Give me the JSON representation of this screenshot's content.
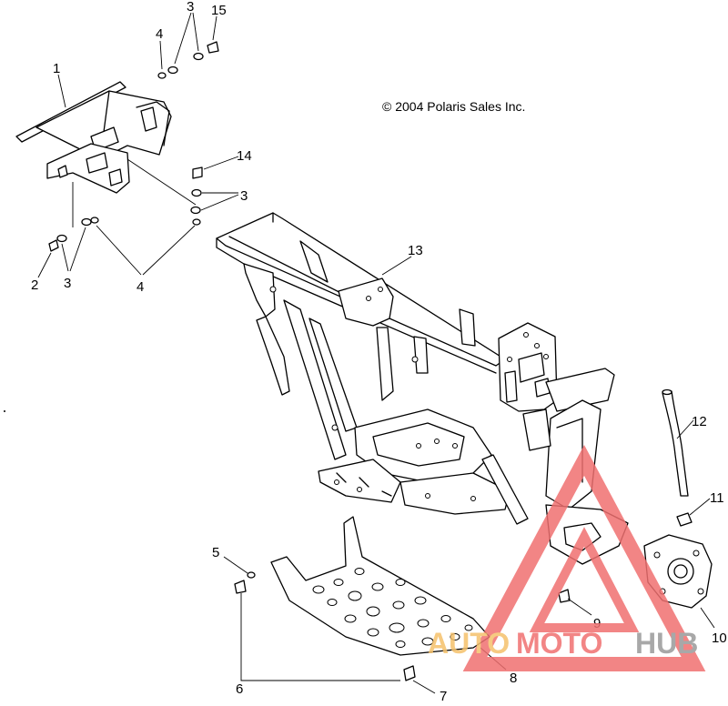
{
  "copyright": "© 2004 Polaris Sales Inc.",
  "callouts": [
    {
      "id": "c1",
      "label": "1"
    },
    {
      "id": "c2",
      "label": "2"
    },
    {
      "id": "c3a",
      "label": "3"
    },
    {
      "id": "c3b",
      "label": "3"
    },
    {
      "id": "c3c",
      "label": "3"
    },
    {
      "id": "c4a",
      "label": "4"
    },
    {
      "id": "c4b",
      "label": "4"
    },
    {
      "id": "c5",
      "label": "5"
    },
    {
      "id": "c6",
      "label": "6"
    },
    {
      "id": "c7",
      "label": "7"
    },
    {
      "id": "c8",
      "label": "8"
    },
    {
      "id": "c9",
      "label": "9"
    },
    {
      "id": "c10",
      "label": "10"
    },
    {
      "id": "c11",
      "label": "11"
    },
    {
      "id": "c12",
      "label": "12"
    },
    {
      "id": "c13",
      "label": "13"
    },
    {
      "id": "c14",
      "label": "14"
    },
    {
      "id": "c15",
      "label": "15"
    }
  ],
  "watermark": {
    "text_part1": "AUTO",
    "text_part2": "MOTO",
    "text_part3": "HUB",
    "color_primary": "#f07070",
    "color_secondary": "#9a9a9a",
    "color_accent": "#f5c16c"
  }
}
